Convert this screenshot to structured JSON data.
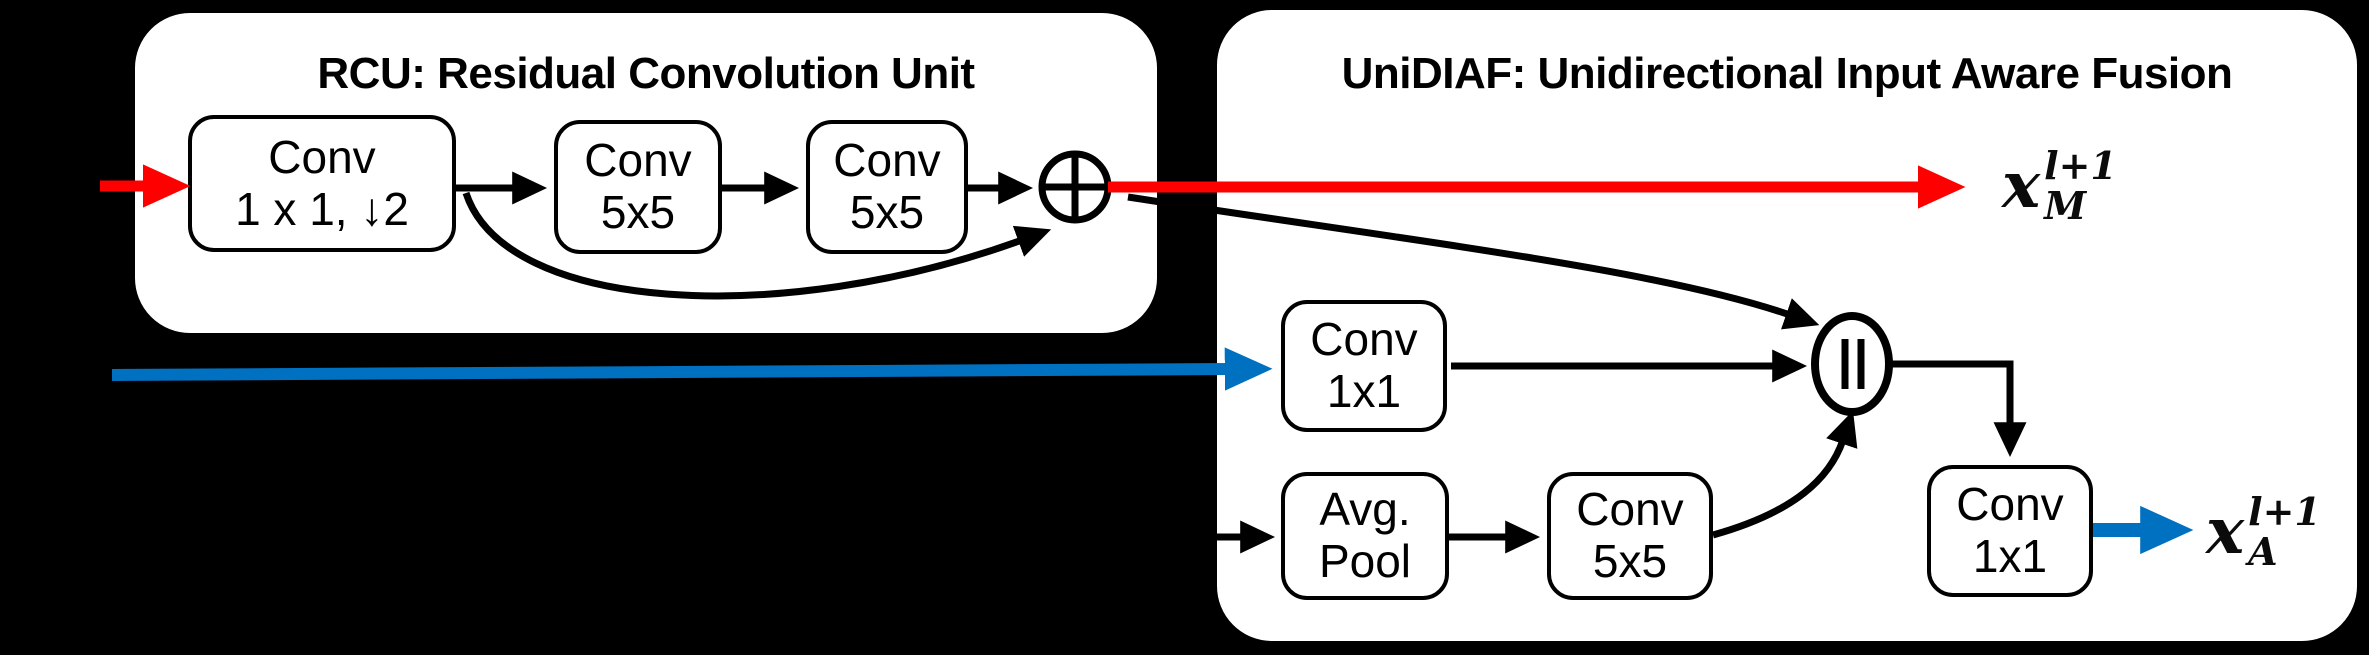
{
  "colors": {
    "background": "#000000",
    "box_fill": "#ffffff",
    "line_black": "#000000",
    "arrow_red": "#fe0000",
    "arrow_blue": "#0070c0"
  },
  "rcu": {
    "title": "RCU: Residual Convolution Unit",
    "blocks": {
      "conv_down": {
        "line1": "Conv",
        "line2": "1 x 1, ↓2"
      },
      "conv5_a": {
        "line1": "Conv",
        "line2": "5x5"
      },
      "conv5_b": {
        "line1": "Conv",
        "line2": "5x5"
      }
    },
    "sum_symbol": "⊕"
  },
  "unidiaf": {
    "title": "UniDIAF: Unidirectional Input Aware Fusion",
    "blocks": {
      "conv_1x1_top": {
        "line1": "Conv",
        "line2": "1x1"
      },
      "avg_pool": {
        "line1": "Avg.",
        "line2": "Pool"
      },
      "conv5": {
        "line1": "Conv",
        "line2": "5x5"
      },
      "conv_1x1_out": {
        "line1": "Conv",
        "line2": "1x1"
      }
    },
    "concat_symbol": "‖"
  },
  "outputs": {
    "x_m": {
      "base": "x",
      "sup": "l+1",
      "sub": "M"
    },
    "x_a": {
      "base": "x",
      "sup": "l+1",
      "sub": "A"
    }
  }
}
